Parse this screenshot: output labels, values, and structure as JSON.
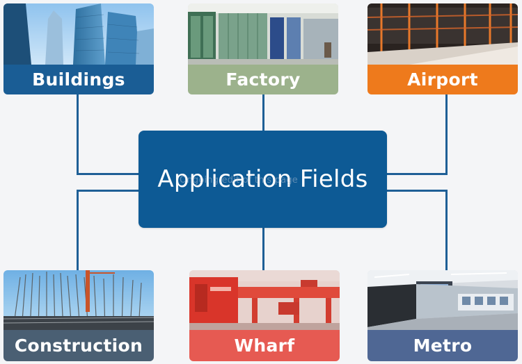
{
  "center": {
    "title": "Application Fields",
    "watermark": "Ongoing edit of this page"
  },
  "cards": [
    {
      "id": "buildings",
      "label": "Buildings",
      "color": "#1a5d95",
      "scene": "glass-skyscrapers"
    },
    {
      "id": "factory",
      "label": "Factory",
      "color": "#9cb28c",
      "scene": "factory-interior"
    },
    {
      "id": "airport",
      "label": "Airport",
      "color": "#ee7a1c",
      "scene": "airport-terminal"
    },
    {
      "id": "construction",
      "label": "Construction",
      "color": "#4a5f73",
      "scene": "rebar-construction-site"
    },
    {
      "id": "wharf",
      "label": "Wharf",
      "color": "#e65a52",
      "scene": "red-gantry-cranes"
    },
    {
      "id": "metro",
      "label": "Metro",
      "color": "#4f6794",
      "scene": "metro-station-platform"
    }
  ],
  "colors": {
    "background": "#f4f5f7",
    "connector": "#1e5f96",
    "center_box": "#0d5a95"
  }
}
